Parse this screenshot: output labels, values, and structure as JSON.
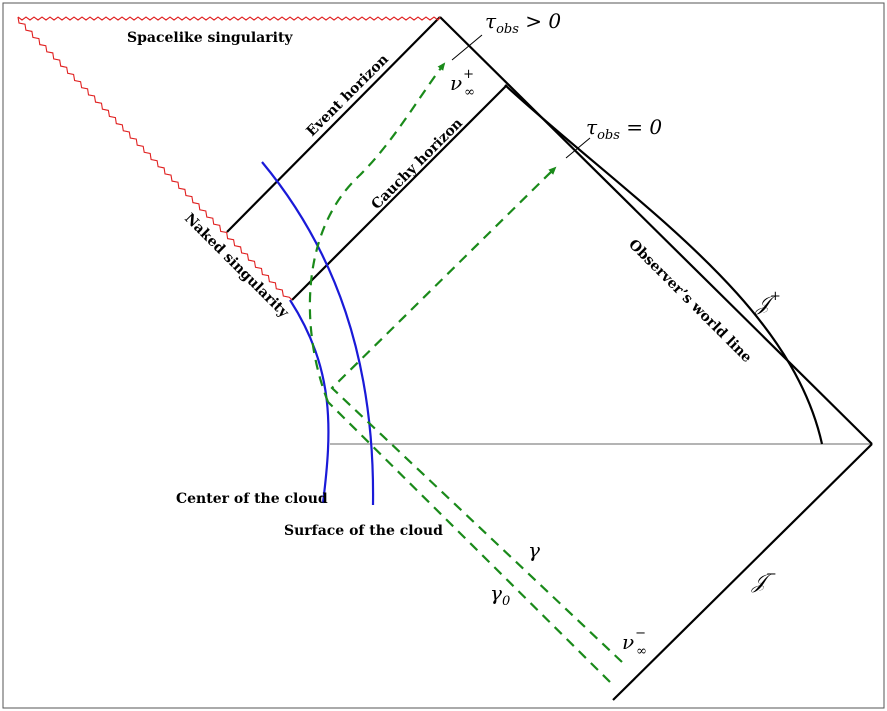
{
  "labels": {
    "spacelike_singularity": "Spacelike singularity",
    "event_horizon": "Event horizon",
    "cauchy_horizon": "Cauchy horizon",
    "naked_singularity": "Naked singularity",
    "observers_world_line": "Observer’s world line",
    "center_of_cloud": "Center of the cloud",
    "surface_of_cloud": "Surface of the cloud"
  },
  "math_labels": {
    "tau_obs_positive": {
      "base": "τ",
      "sub": "obs",
      "rel": " > 0"
    },
    "tau_obs_zero": {
      "base": "τ",
      "sub": "obs",
      "rel": " = 0"
    },
    "nu_inf_plus": {
      "base": "ν",
      "sub": "∞",
      "sup": "+"
    },
    "nu_inf_minus": {
      "base": "ν",
      "sub": "∞",
      "sup": "−"
    },
    "scri_plus": {
      "base": "𝒥",
      "sup": "+"
    },
    "scri_minus": {
      "base": "𝒥",
      "sup": "−"
    },
    "gamma": {
      "base": "γ"
    },
    "gamma_zero": {
      "base": "γ",
      "sub": "0"
    }
  },
  "colors": {
    "singularity": "#e02020",
    "cloud": "#1a1ad8",
    "null_ray": "#1a8a1a",
    "structure": "#000000",
    "axis": "#888888",
    "frame": "#555555"
  }
}
